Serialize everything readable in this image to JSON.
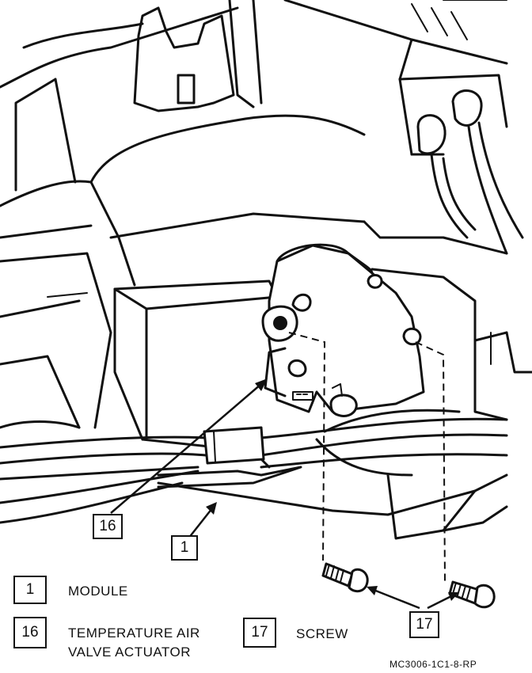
{
  "callouts": {
    "module": "1",
    "actuator": "16",
    "screw": "17"
  },
  "legend": {
    "items": [
      {
        "number": "1",
        "label": "MODULE"
      },
      {
        "number": "16",
        "label_line1": "TEMPERATURE AIR",
        "label_line2": "VALVE ACTUATOR"
      },
      {
        "number": "17",
        "label": "SCREW"
      }
    ]
  },
  "figure_code": "MC3006-1C1-8-RP"
}
